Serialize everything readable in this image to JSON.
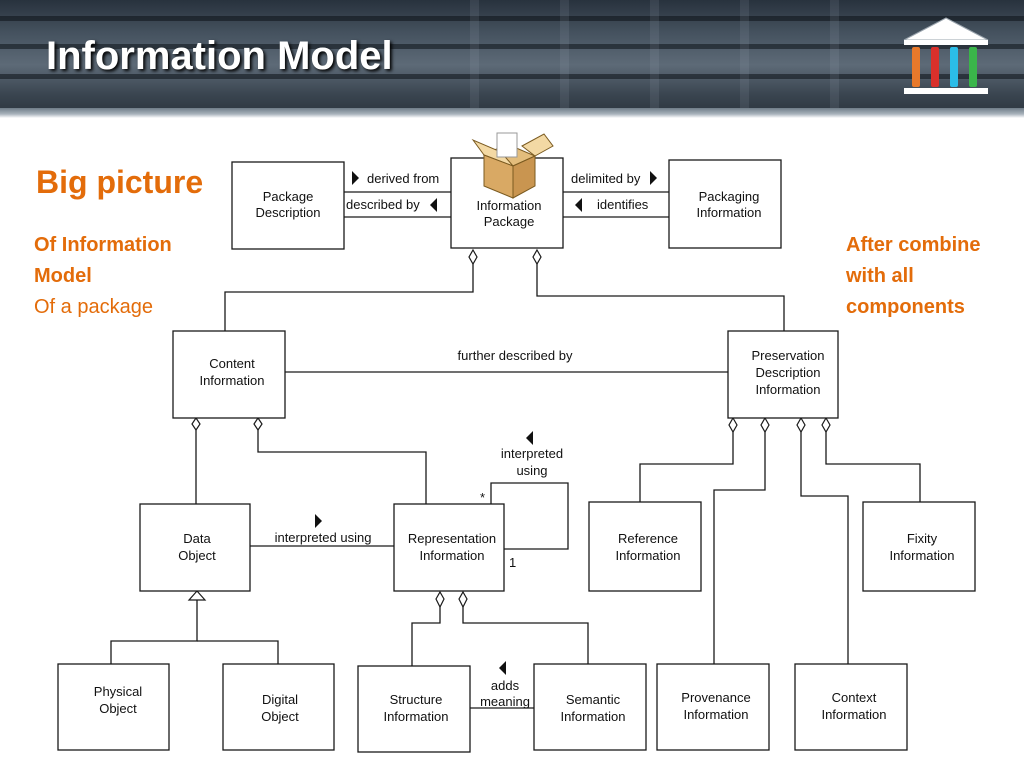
{
  "slide": {
    "title": "Information Model"
  },
  "left_notes": {
    "big_picture": "Big picture",
    "line1": "Of Information",
    "line2": "Model",
    "line3": "Of a package"
  },
  "right_note": {
    "line1": "After combine",
    "line2": "with all",
    "line3": "components"
  },
  "logo": {
    "icon": "museum-columns-icon",
    "colors": [
      "#e8792b",
      "#d9302b",
      "#2bbde8",
      "#3ab54a"
    ]
  },
  "diagram": {
    "boxes": {
      "package_description": [
        "Package",
        "Description"
      ],
      "information_package": [
        "Information",
        "Package"
      ],
      "packaging_information": [
        "Packaging",
        "Information"
      ],
      "content_information": [
        "Content",
        "Information"
      ],
      "pdi": [
        "Preservation",
        "Description",
        "Information"
      ],
      "data_object": [
        "Data",
        "Object"
      ],
      "representation_information": [
        "Representation",
        "Information"
      ],
      "reference_information": [
        "Reference",
        "Information"
      ],
      "fixity_information": [
        "Fixity",
        "Information"
      ],
      "physical_object": [
        "Physical",
        "Object"
      ],
      "digital_object": [
        "Digital",
        "Object"
      ],
      "structure_information": [
        "Structure",
        "Information"
      ],
      "semantic_information": [
        "Semantic",
        "Information"
      ],
      "provenance_information": [
        "Provenance",
        "Information"
      ],
      "context_information": [
        "Context",
        "Information"
      ]
    },
    "relations": {
      "derived_from": "derived from",
      "described_by": "described by",
      "delimited_by": "delimited by",
      "identifies": "identifies",
      "further_described_by": "further described by",
      "interpreted_using": "interpreted using",
      "interpreted_using_self": [
        "interpreted",
        "using"
      ],
      "adds_meaning": [
        "adds",
        "meaning"
      ],
      "mult_many": "*",
      "mult_one": "1"
    }
  }
}
